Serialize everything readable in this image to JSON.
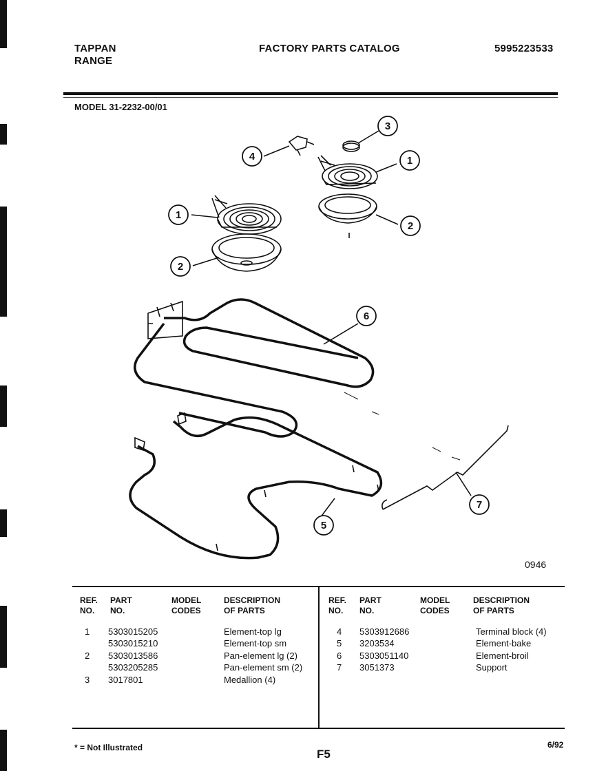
{
  "header": {
    "brand": "TAPPAN",
    "product": "RANGE",
    "catalog_title": "FACTORY PARTS CATALOG",
    "catalog_number": "5995223533"
  },
  "model": "MODEL 31-2232-00/01",
  "figure": {
    "code": "0946",
    "callouts": [
      "1",
      "1",
      "2",
      "2",
      "3",
      "4",
      "5",
      "6",
      "7"
    ]
  },
  "table": {
    "headers": {
      "ref": "REF.\nNO.",
      "part": "PART\nNO.",
      "model_codes": "MODEL\nCODES",
      "description": "DESCRIPTION\nOF PARTS"
    },
    "left_rows": [
      {
        "ref": "1",
        "part": "5303015205",
        "desc": "Element-top lg"
      },
      {
        "ref": "",
        "part": "5303015210",
        "desc": "Element-top sm"
      },
      {
        "ref": "2",
        "part": "5303013586",
        "desc": "Pan-element lg (2)"
      },
      {
        "ref": "",
        "part": "5303205285",
        "desc": "Pan-element sm (2)"
      },
      {
        "ref": "3",
        "part": "3017801",
        "desc": "Medallion (4)"
      }
    ],
    "right_rows": [
      {
        "ref": "4",
        "part": "5303912686",
        "desc": "Terminal block (4)"
      },
      {
        "ref": "5",
        "part": "3203534",
        "desc": "Element-bake"
      },
      {
        "ref": "6",
        "part": "5303051140",
        "desc": "Element-broil"
      },
      {
        "ref": "7",
        "part": "3051373",
        "desc": "Support"
      }
    ]
  },
  "footer": {
    "note": "* = Not Illustrated",
    "page": "F5",
    "date": "6/92"
  }
}
